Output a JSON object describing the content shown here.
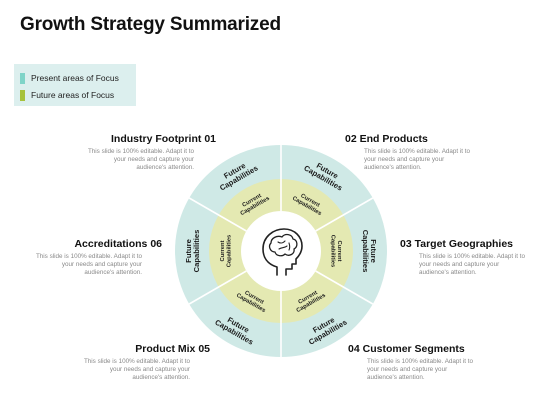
{
  "title": "Growth Strategy Summarized",
  "legend": [
    {
      "label": "Present areas of Focus",
      "color": "#7fd4c8"
    },
    {
      "label": "Future areas of Focus",
      "color": "#a6c23b"
    }
  ],
  "colors": {
    "outer_ring": "#cfe9e6",
    "inner_ring": "#e4e9b2",
    "center": "#ffffff",
    "divider": "#ffffff"
  },
  "center_icon": "brain-head-icon",
  "ring_labels": {
    "outer": "Future Capabilities",
    "inner": "Current Capabilities"
  },
  "items": [
    {
      "num": "01",
      "label": "Industry Footprint",
      "desc": "This slide is 100% editable. Adapt it to\nyour needs and capture your\naudience's attention."
    },
    {
      "num": "02",
      "label": "End Products",
      "desc": "This slide is 100% editable. Adapt it to\nyour needs and capture your\naudience's attention."
    },
    {
      "num": "03",
      "label": "Target Geographies",
      "desc": "This slide is 100% editable. Adapt it to\nyour needs and capture your\naudience's attention."
    },
    {
      "num": "04",
      "label": "Customer Segments",
      "desc": "This slide is 100% editable. Adapt it to\nyour needs and capture your\naudience's attention."
    },
    {
      "num": "05",
      "label": "Product Mix",
      "desc": "This slide is 100% editable. Adapt it to\nyour needs and capture your\naudience's attention."
    },
    {
      "num": "06",
      "label": "Accreditations",
      "desc": "This slide is 100% editable. Adapt it to\nyour needs and capture your\naudience's attention."
    }
  ]
}
